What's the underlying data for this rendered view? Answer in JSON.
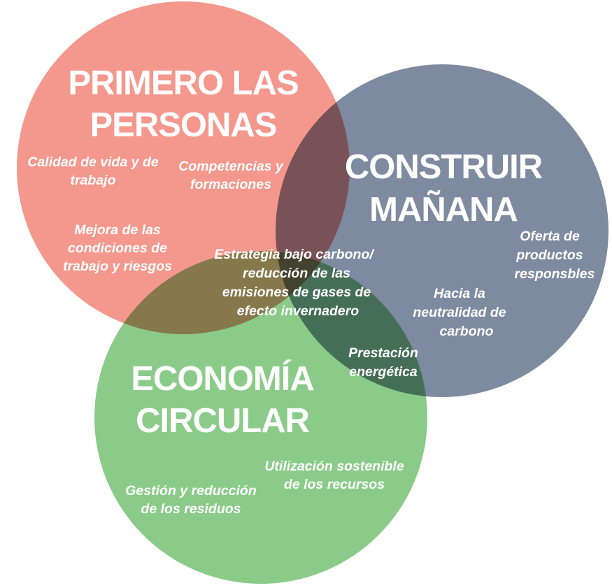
{
  "colors": {
    "personas": "#f4978c",
    "manana": "#7e8aa0",
    "economia": "#8bcb89",
    "text": "#ffffff"
  },
  "circles": {
    "personas": {
      "title_line1": "PRIMERO LAS",
      "title_line2": "PERSONAS",
      "items": {
        "calidad_line1": "Calidad de vida y de",
        "calidad_line2": "trabajo",
        "competencias_line1": "Competencias y",
        "competencias_line2": "formaciones",
        "mejora_line1": "Mejora de las",
        "mejora_line2": "condiciones de",
        "mejora_line3": "trabajo y riesgos"
      }
    },
    "manana": {
      "title_line1": "CONSTRUIR",
      "title_line2": "MAÑANA",
      "items": {
        "oferta_line1": "Oferta de",
        "oferta_line2": "productos",
        "oferta_line3": "responsbles",
        "hacia_line1": "Hacia la",
        "hacia_line2": "neutralidad de",
        "hacia_line3": "carbono"
      }
    },
    "economia": {
      "title_line1": "ECONOMÍA",
      "title_line2": "CIRCULAR",
      "items": {
        "utilizacion_line1": "Utilización sostenible",
        "utilizacion_line2": "de los recursos",
        "gestion_line1": "Gestión y reducción",
        "gestion_line2": "de los residuos"
      }
    }
  },
  "overlaps": {
    "estrategia_line1": "Estrategia bajo carbono/",
    "estrategia_line2": "reducción de las",
    "estrategia_line3": "emisiones de gases de",
    "estrategia_line4": "efecto invernadero",
    "prestacion_line1": "Prestación",
    "prestacion_line2": "energética"
  }
}
